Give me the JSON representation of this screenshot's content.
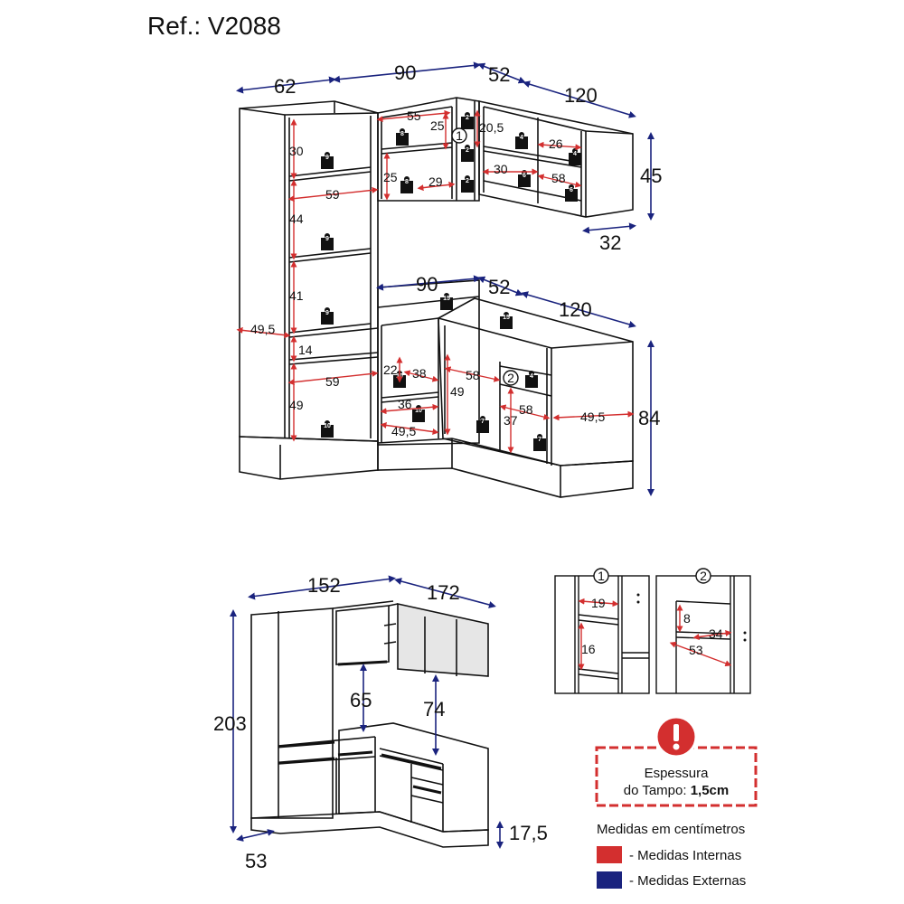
{
  "title": "Ref.: V2088",
  "colors": {
    "internal": "#d32f2f",
    "external": "#1a237e",
    "line": "#111111",
    "glass": "#cfcfcf"
  },
  "upper_external": {
    "w1": "62",
    "w2": "90",
    "w3": "52",
    "w4": "120",
    "h": "45",
    "d": "32"
  },
  "upper_internal": [
    "30",
    "44",
    "41",
    "59",
    "55",
    "25",
    "25",
    "29",
    "20,5",
    "30",
    "26",
    "58",
    "49,5",
    "14"
  ],
  "lower_external": {
    "w2": "90",
    "w3": "52",
    "w4": "120",
    "h": "84"
  },
  "lower_internal": [
    "59",
    "49",
    "22",
    "38",
    "36",
    "49,5",
    "58",
    "49",
    "37",
    "58",
    "49,5"
  ],
  "weights": {
    "w9": "9",
    "w8": "8",
    "w2": "2",
    "w4": "4",
    "w6": "6",
    "w15": "15",
    "w10": "10",
    "w7": "7",
    "unit": "Kg"
  },
  "markers": {
    "m1": "1",
    "m2": "2"
  },
  "front_view": {
    "w_left": "152",
    "w_right": "172",
    "height": "203",
    "gap1": "65",
    "gap2": "74",
    "plinth": "17,5",
    "depth": "53"
  },
  "detail1": [
    "19",
    "16"
  ],
  "detail2": [
    "8",
    "34",
    "53"
  ],
  "notice": {
    "line1": "Espessura",
    "line2_prefix": "do Tampo: ",
    "line2_value": "1,5cm"
  },
  "legend": {
    "heading": "Medidas em centímetros",
    "internal": "- Medidas Internas",
    "external": "- Medidas Externas"
  }
}
